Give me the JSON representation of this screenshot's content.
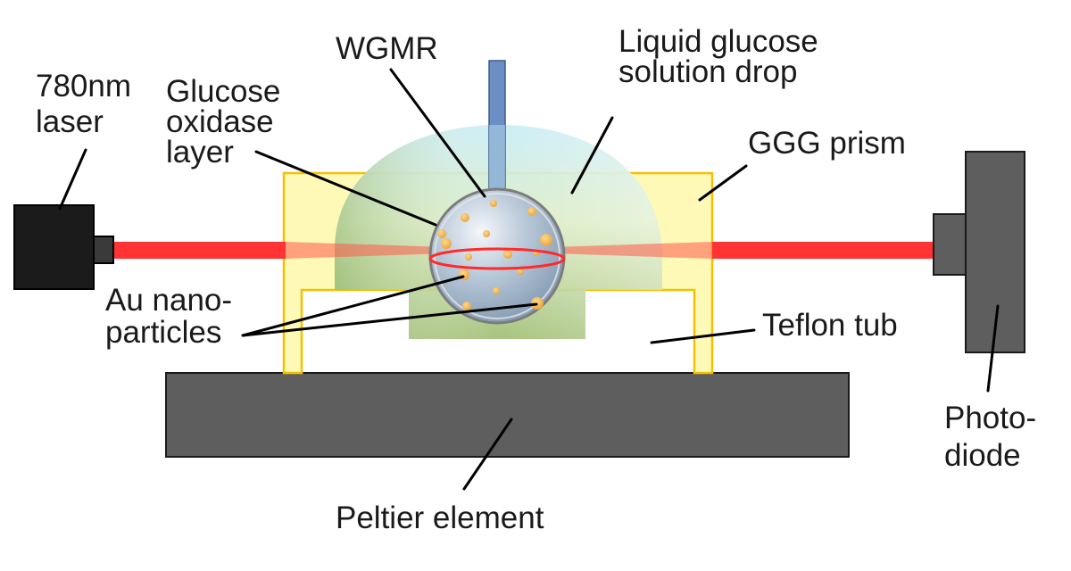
{
  "labels": {
    "laser": [
      "780nm",
      "laser"
    ],
    "glucose_oxidase": [
      "Glucose",
      "oxidase",
      "layer"
    ],
    "wgmr": "WGMR",
    "glucose_drop": [
      "Liquid glucose",
      "solution drop"
    ],
    "ggg_prism": "GGG prism",
    "au_nano": [
      "Au nano-",
      "particles"
    ],
    "teflon_tub": "Teflon tub",
    "photodiode": [
      "Photo-",
      "diode"
    ],
    "peltier": "Peltier element"
  },
  "colors": {
    "laser_body": "#1b1b1b",
    "beam": "#ff3333",
    "prism_fill": "#fff7a6",
    "prism_border": "#f2c200",
    "drop_top": "#bfe8f4",
    "drop_bottom": "#8fb36a",
    "sphere": "#a9bccf",
    "particle": "#f2b449",
    "resonance_ring": "#ff2a2a",
    "fiber": "#6b8fc4",
    "dark_block": "#5e5e5e"
  },
  "icons": {
    "laser": "laser-source-icon",
    "photodiode": "photodiode-icon"
  }
}
